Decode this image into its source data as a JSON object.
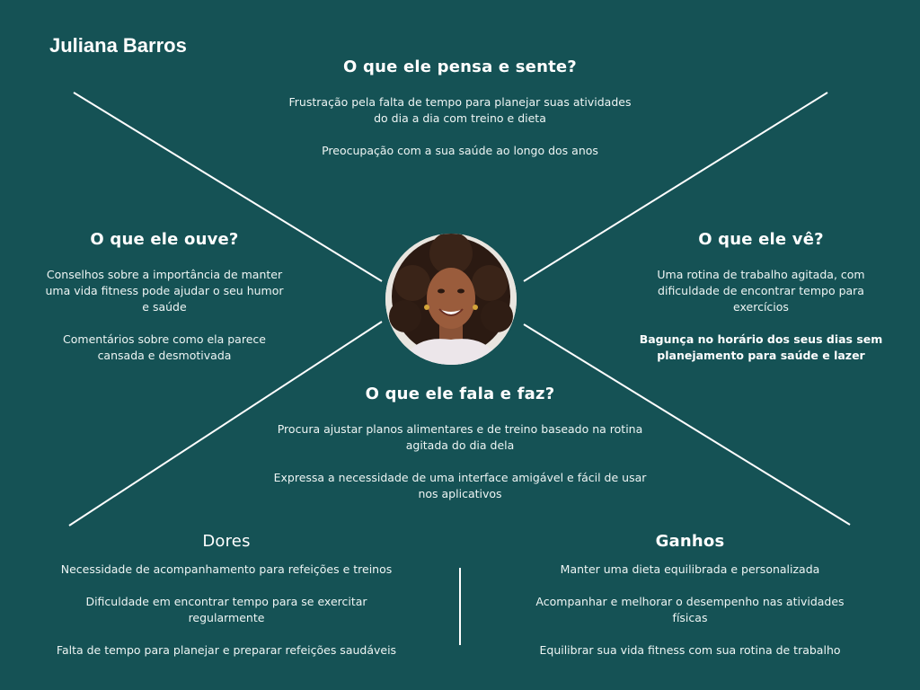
{
  "persona": {
    "name": "Juliana Barros"
  },
  "colors": {
    "background": "#155255",
    "line": "#ffffff",
    "text": "#ffffff"
  },
  "avatar": {
    "icon": "person-photo-icon",
    "description_hidden": ""
  },
  "sections": {
    "pensa": {
      "title": "O que ele pensa e sente?",
      "items": [
        "Frustração pela falta de tempo para planejar suas atividades do dia a dia com treino e dieta",
        "Preocupação com a sua saúde ao longo dos anos"
      ]
    },
    "ouve": {
      "title": "O que ele ouve?",
      "items": [
        "Conselhos sobre a importância de manter uma vida fitness pode ajudar o seu humor e saúde",
        "Comentários sobre como ela parece cansada e desmotivada"
      ]
    },
    "ve": {
      "title": "O que ele vê?",
      "items": [
        "Uma rotina de trabalho agitada, com dificuldade de encontrar tempo para exercícios",
        "Bagunça no horário dos seus dias sem planejamento para saúde e lazer"
      ]
    },
    "fala": {
      "title": "O que ele fala e faz?",
      "items": [
        "Procura ajustar planos alimentares e de treino baseado na rotina agitada do dia dela",
        "Expressa a necessidade de uma interface amigável e fácil de usar nos aplicativos"
      ]
    },
    "dores": {
      "title": "Dores",
      "items": [
        "Necessidade de acompanhamento para refeições e treinos",
        "Dificuldade em encontrar tempo para se exercitar regularmente",
        "Falta de tempo para planejar e preparar refeições saudáveis"
      ]
    },
    "ganhos": {
      "title": "Ganhos",
      "items": [
        "Manter uma dieta equilibrada e personalizada",
        "Acompanhar e melhorar o desempenho nas atividades físicas",
        "Equilibrar sua vida fitness com sua rotina de trabalho"
      ]
    }
  }
}
